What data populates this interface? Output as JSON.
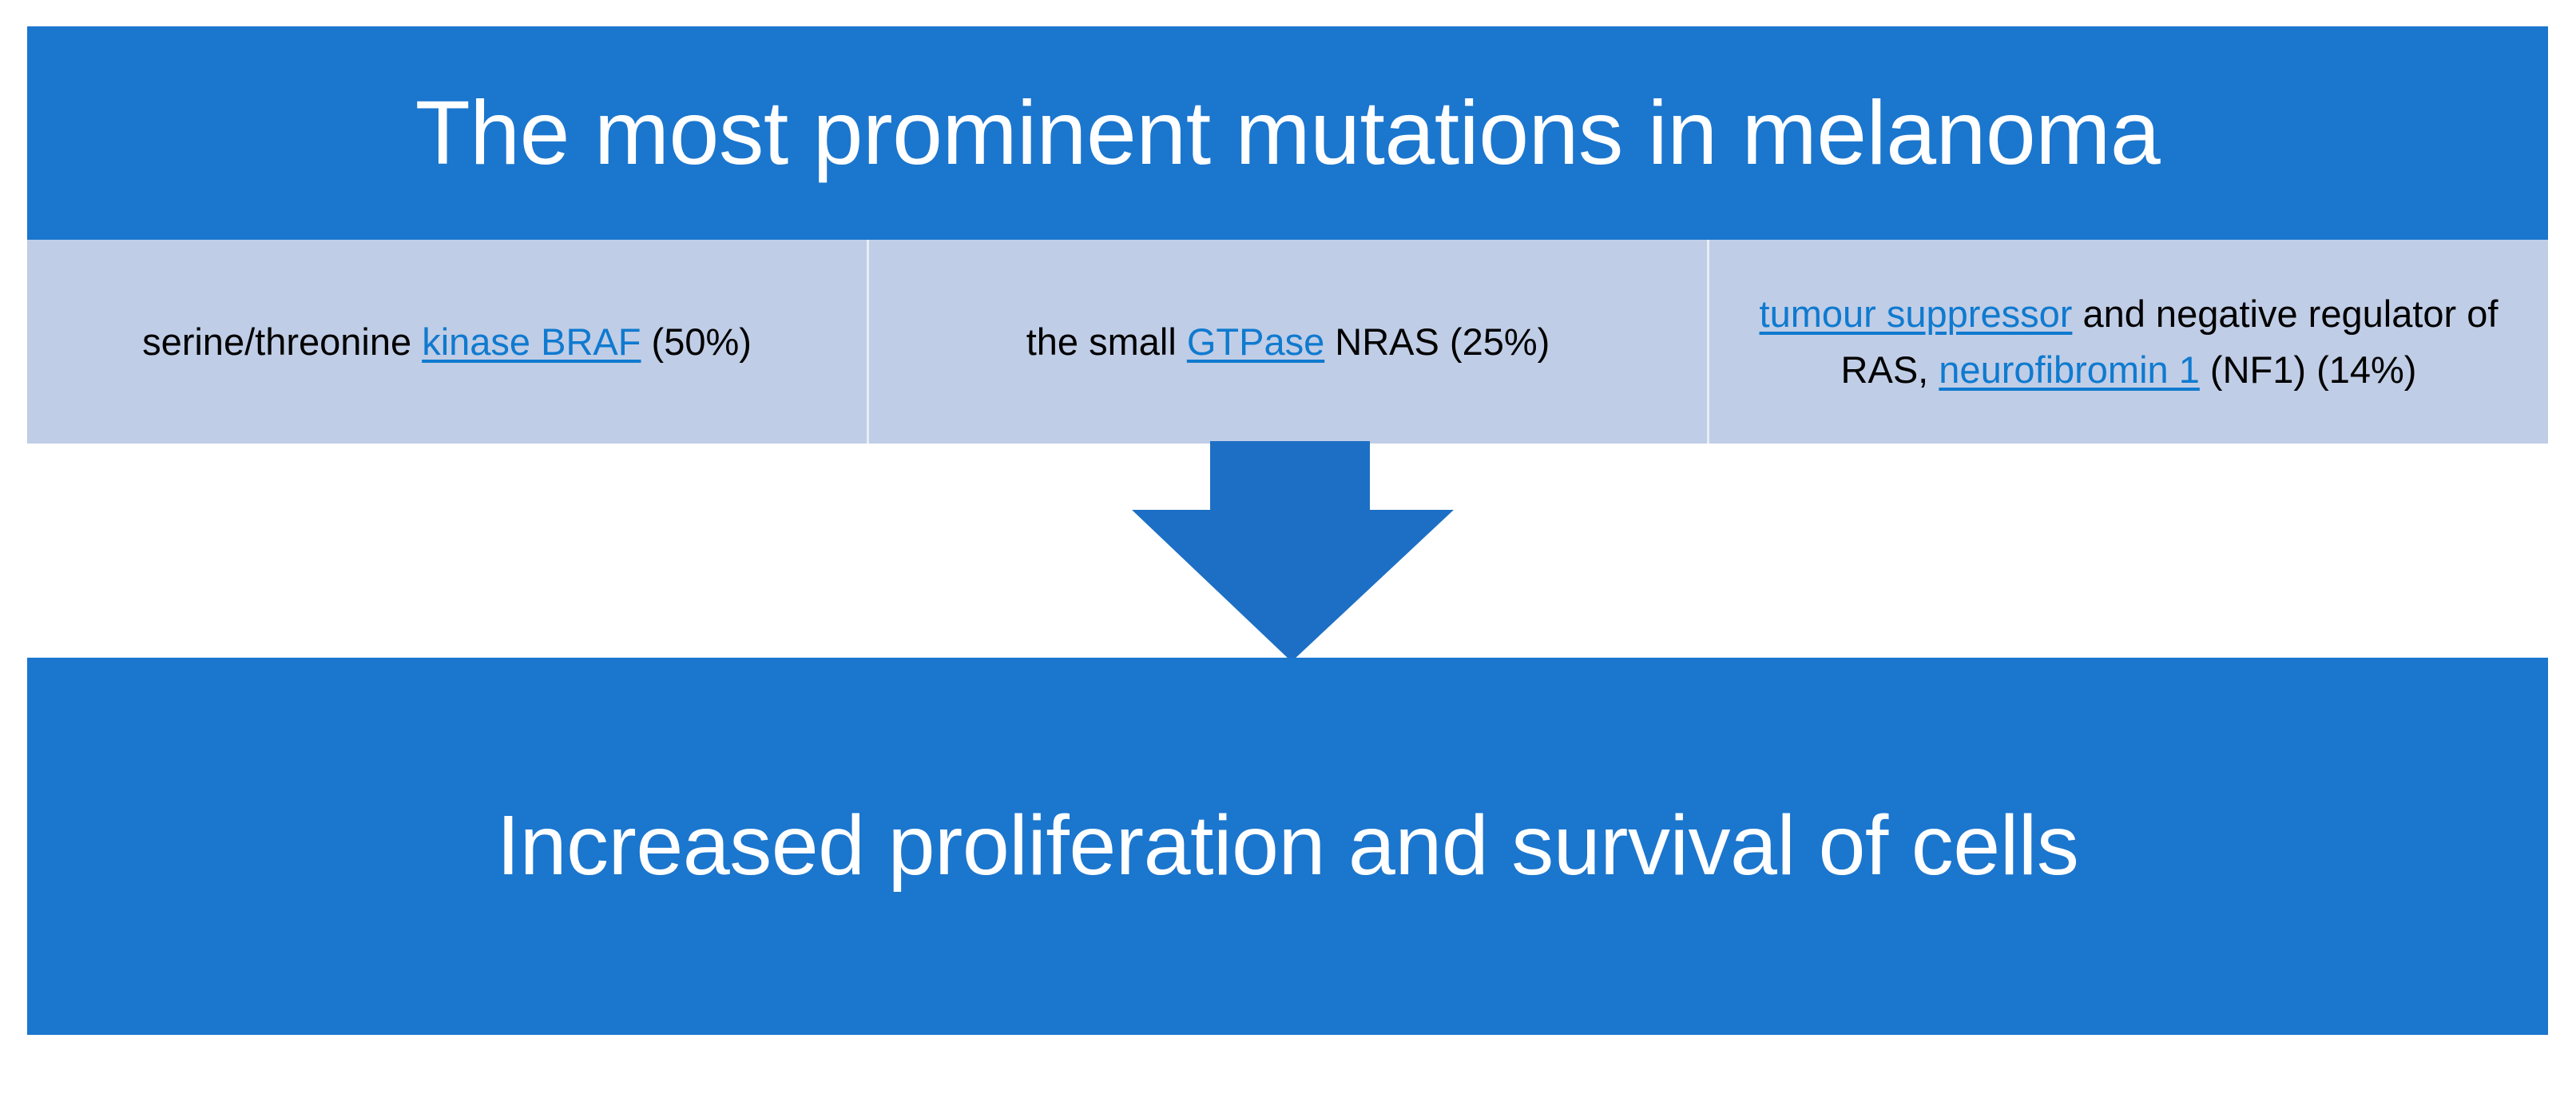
{
  "diagram": {
    "colors": {
      "banner_blue": "#1B76CE",
      "cell_blue": "#C0CDE6",
      "link_blue": "#0F7ACF",
      "arrow_blue": "#1C6FC4",
      "banner_text": "#FFFFFF",
      "cell_text": "#000000",
      "divider": "#E7ECF6",
      "page_background": "#FFFFFF"
    },
    "header": {
      "title": "The most prominent mutations in melanoma"
    },
    "columns": [
      {
        "id": "braf",
        "plain_text": "serine/threonine kinase BRAF (50%)",
        "prefix": "serine/threonine ",
        "link": "kinase BRAF",
        "suffix": " (50%)",
        "gene": "BRAF",
        "frequency": "50%"
      },
      {
        "id": "nras",
        "plain_text": "the small GTPase NRAS (25%)",
        "prefix": "the small ",
        "link": "GTPase",
        "suffix": " NRAS (25%)",
        "gene": "NRAS",
        "frequency": "25%"
      },
      {
        "id": "nf1",
        "plain_text": "tumour suppressor and negative regulator of RAS, neurofibromin 1 (NF1) (14%)",
        "link_1": "tumour suppressor",
        "middle": " and negative regulator of RAS, ",
        "link_2": "neurofibromin 1",
        "suffix": " (NF1) (14%)",
        "gene": "NF1",
        "frequency": "14%"
      }
    ],
    "arrow": {
      "icon_name": "down-arrow-icon",
      "direction": "down"
    },
    "outcome": {
      "text": "Increased proliferation and survival of cells"
    }
  }
}
